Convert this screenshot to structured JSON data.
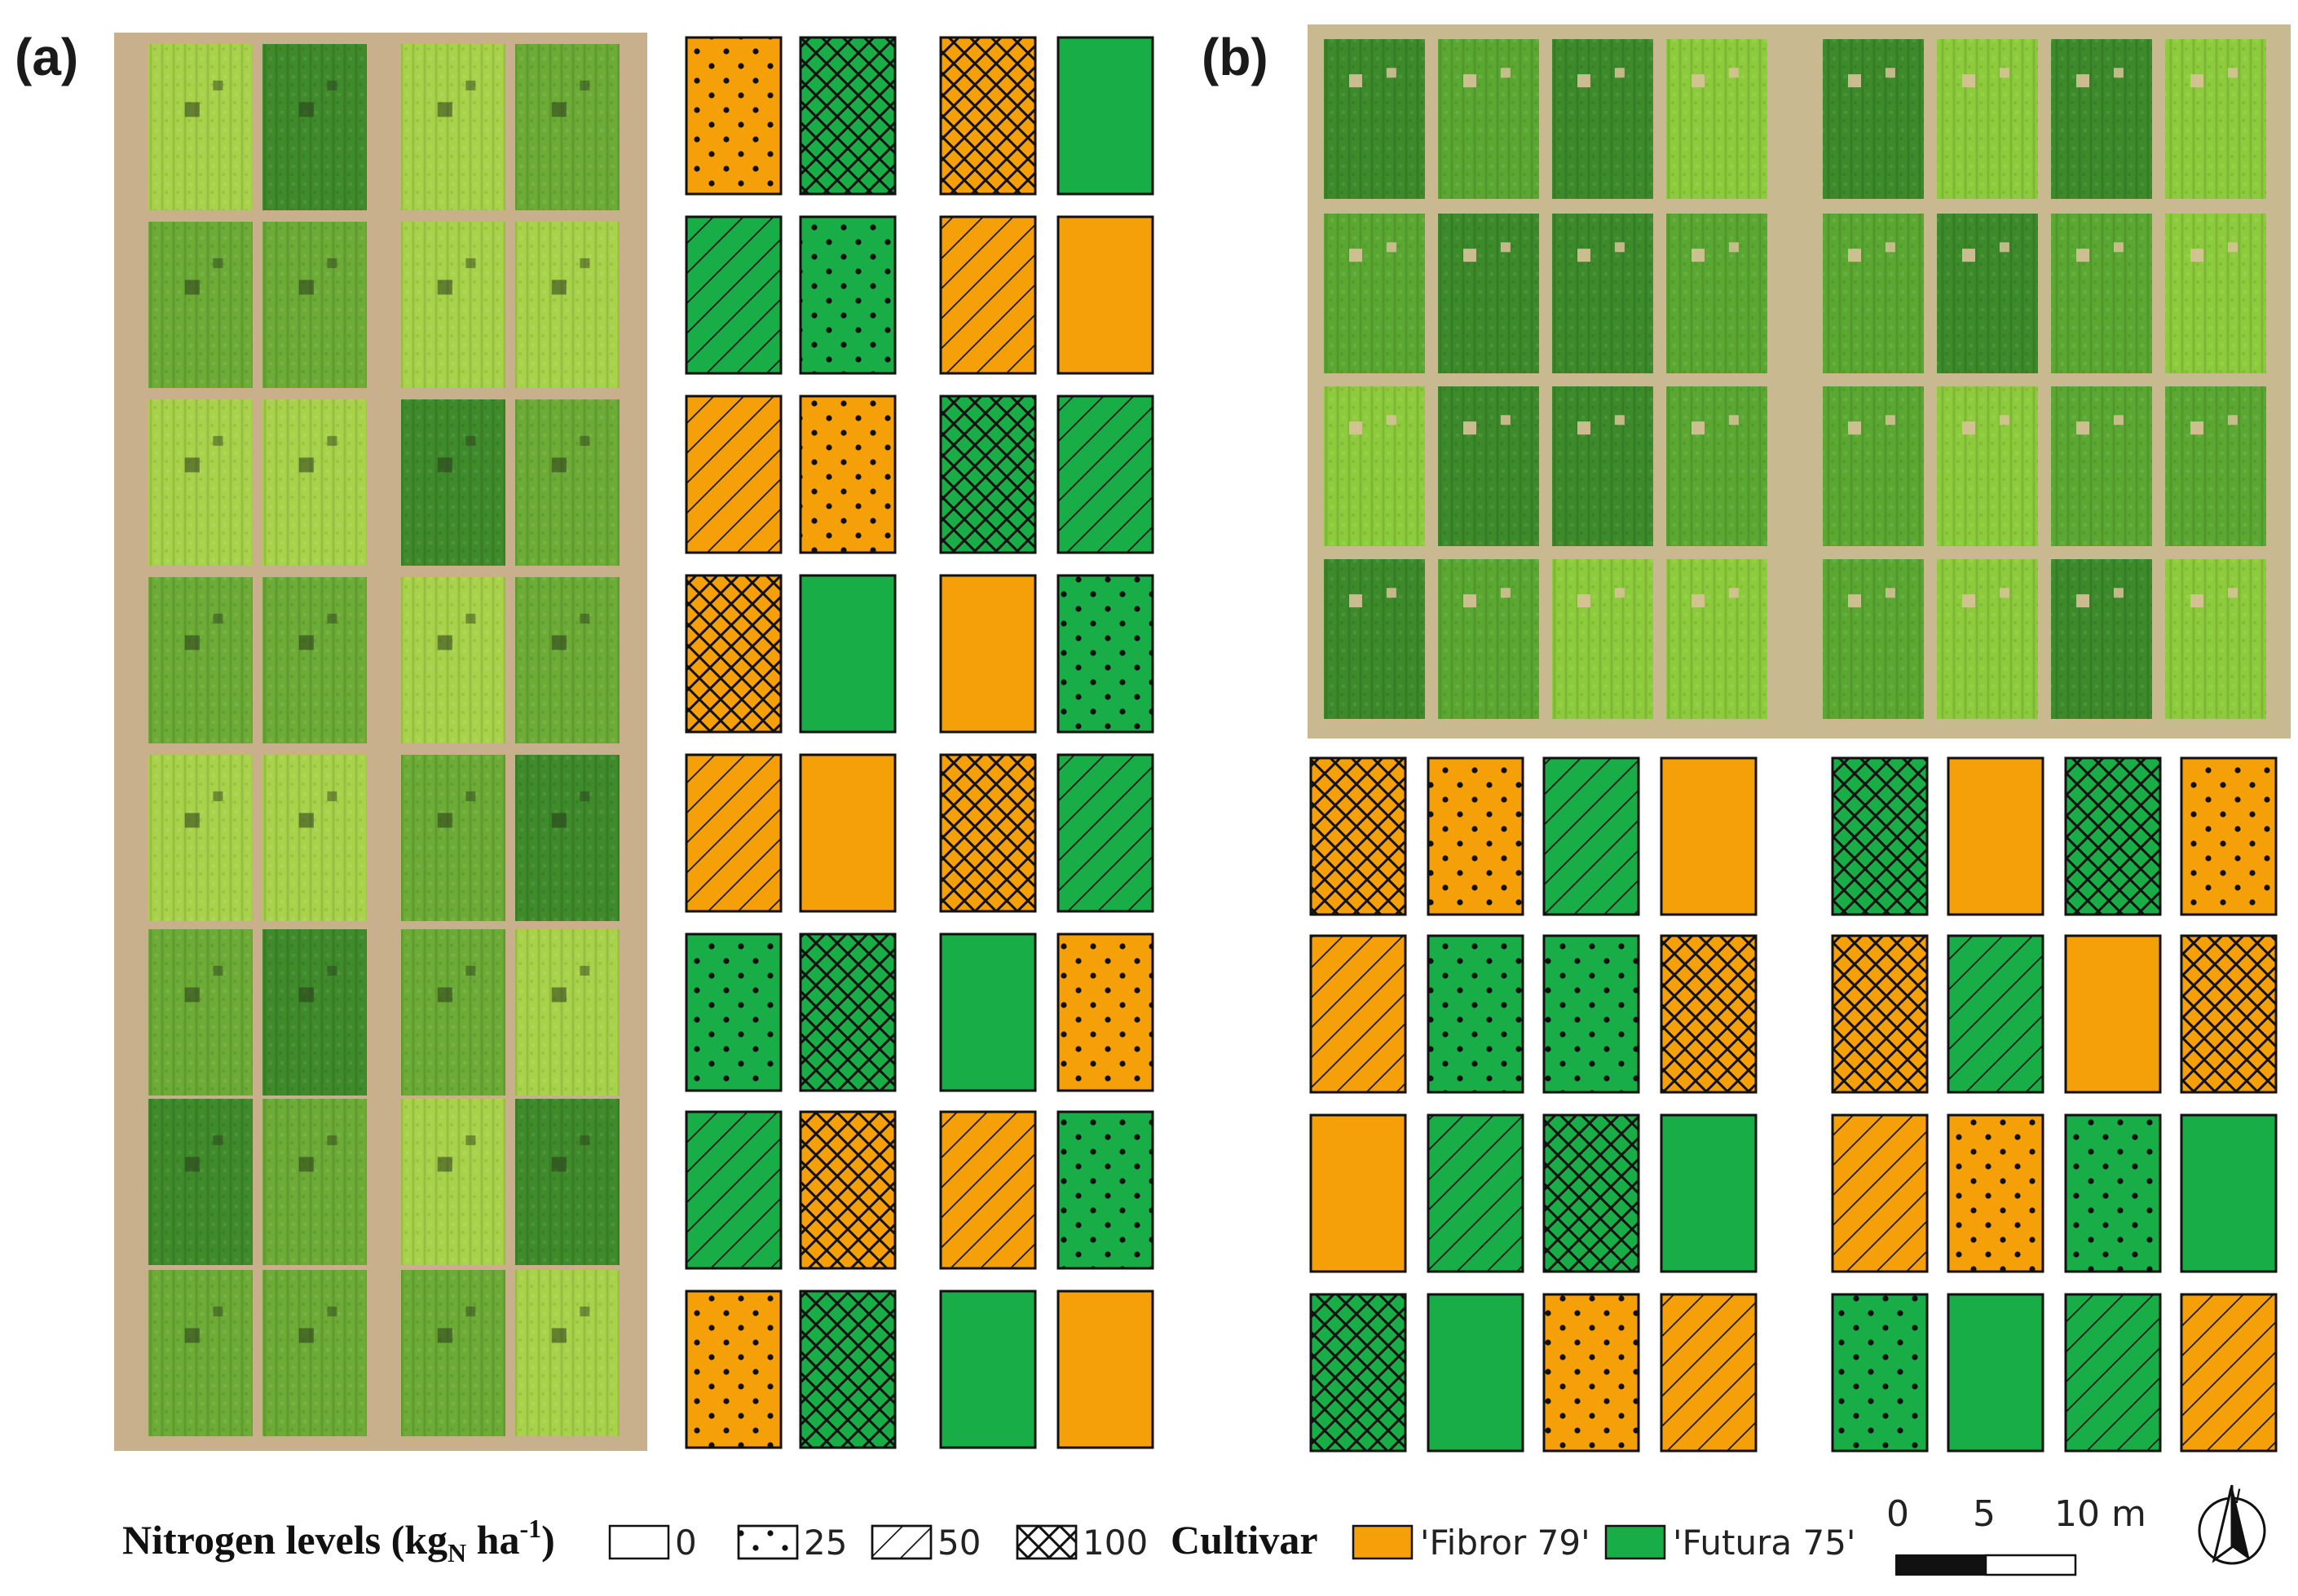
{
  "panels": [
    {
      "label": "(a)"
    },
    {
      "label": "(b)"
    }
  ],
  "colors": {
    "fibror": "#f5a008",
    "futura": "#19ad47",
    "outline": "#111111",
    "soil": "#c9b08c",
    "dark_canopy": "#3f8a2a",
    "light_canopy": "#a8d24a"
  },
  "panel_a": {
    "photo_canopy": [
      [
        "light",
        "dark",
        "light",
        "mid"
      ],
      [
        "mid",
        "mid",
        "light",
        "light"
      ],
      [
        "light",
        "light",
        "dark",
        "mid"
      ],
      [
        "mid",
        "mid",
        "light",
        "mid"
      ],
      [
        "light",
        "light",
        "mid",
        "dark"
      ],
      [
        "mid",
        "dark",
        "mid",
        "light"
      ],
      [
        "dark",
        "mid",
        "light",
        "dark"
      ],
      [
        "mid",
        "mid",
        "mid",
        "light"
      ]
    ],
    "plot_layout": [
      [
        [
          "fibror",
          "25"
        ],
        [
          "futura",
          "100"
        ],
        [
          "fibror",
          "100"
        ],
        [
          "futura",
          "0"
        ]
      ],
      [
        [
          "futura",
          "50"
        ],
        [
          "futura",
          "25"
        ],
        [
          "fibror",
          "50"
        ],
        [
          "fibror",
          "0"
        ]
      ],
      [
        [
          "fibror",
          "50"
        ],
        [
          "fibror",
          "25"
        ],
        [
          "futura",
          "100"
        ],
        [
          "futura",
          "50"
        ]
      ],
      [
        [
          "fibror",
          "100"
        ],
        [
          "futura",
          "0"
        ],
        [
          "fibror",
          "0"
        ],
        [
          "futura",
          "25"
        ]
      ],
      [
        [
          "fibror",
          "50"
        ],
        [
          "fibror",
          "0"
        ],
        [
          "fibror",
          "100"
        ],
        [
          "futura",
          "50"
        ]
      ],
      [
        [
          "futura",
          "25"
        ],
        [
          "futura",
          "100"
        ],
        [
          "futura",
          "0"
        ],
        [
          "fibror",
          "25"
        ]
      ],
      [
        [
          "futura",
          "50"
        ],
        [
          "fibror",
          "100"
        ],
        [
          "fibror",
          "50"
        ],
        [
          "futura",
          "25"
        ]
      ],
      [
        [
          "fibror",
          "25"
        ],
        [
          "futura",
          "100"
        ],
        [
          "futura",
          "0"
        ],
        [
          "fibror",
          "0"
        ]
      ]
    ]
  },
  "panel_b": {
    "photo_canopy": [
      [
        "dark",
        "mid",
        "dark",
        "light",
        "dark",
        "light",
        "dark",
        "light"
      ],
      [
        "mid",
        "dark",
        "dark",
        "mid",
        "mid",
        "dark",
        "mid",
        "light"
      ],
      [
        "light",
        "dark",
        "dark",
        "mid",
        "mid",
        "light",
        "mid",
        "mid"
      ],
      [
        "dark",
        "mid",
        "light",
        "light",
        "mid",
        "light",
        "dark",
        "light"
      ]
    ],
    "plot_layout": [
      [
        [
          "fibror",
          "100"
        ],
        [
          "fibror",
          "25"
        ],
        [
          "futura",
          "50"
        ],
        [
          "fibror",
          "0"
        ],
        [
          "futura",
          "100"
        ],
        [
          "fibror",
          "0"
        ],
        [
          "futura",
          "100"
        ],
        [
          "fibror",
          "25"
        ]
      ],
      [
        [
          "fibror",
          "50"
        ],
        [
          "futura",
          "25"
        ],
        [
          "futura",
          "25"
        ],
        [
          "fibror",
          "100"
        ],
        [
          "fibror",
          "100"
        ],
        [
          "futura",
          "50"
        ],
        [
          "fibror",
          "0"
        ],
        [
          "fibror",
          "100"
        ]
      ],
      [
        [
          "fibror",
          "0"
        ],
        [
          "futura",
          "50"
        ],
        [
          "futura",
          "100"
        ],
        [
          "futura",
          "0"
        ],
        [
          "fibror",
          "50"
        ],
        [
          "fibror",
          "25"
        ],
        [
          "futura",
          "25"
        ],
        [
          "futura",
          "0"
        ]
      ],
      [
        [
          "futura",
          "100"
        ],
        [
          "futura",
          "0"
        ],
        [
          "fibror",
          "25"
        ],
        [
          "fibror",
          "50"
        ],
        [
          "futura",
          "25"
        ],
        [
          "futura",
          "0"
        ],
        [
          "futura",
          "50"
        ],
        [
          "fibror",
          "50"
        ]
      ]
    ]
  },
  "legend": {
    "nitrogen": {
      "title_main": "Nitrogen levels (kg",
      "title_sub": "N",
      "title_unit": " ha",
      "title_sup": "-1",
      "title_close": ")",
      "levels": [
        {
          "pattern": "0",
          "label": "0"
        },
        {
          "pattern": "25",
          "label": "25"
        },
        {
          "pattern": "50",
          "label": "50"
        },
        {
          "pattern": "100",
          "label": "100"
        }
      ]
    },
    "cultivar": {
      "title": "Cultivar",
      "items": [
        {
          "key": "fibror",
          "label": "'Fibror 79'"
        },
        {
          "key": "futura",
          "label": "'Futura 75'"
        }
      ]
    }
  },
  "scale_bar": {
    "ticks": [
      "0",
      "5",
      "10 m"
    ]
  },
  "north_arrow": {
    "letter": "N"
  }
}
